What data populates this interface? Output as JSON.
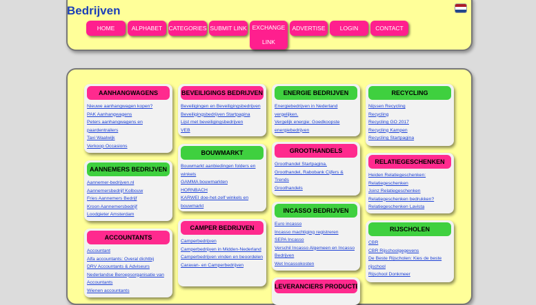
{
  "header": {
    "title": "Bedrijven",
    "flag_colors": [
      "#ae1c28",
      "#ffffff",
      "#21468b"
    ]
  },
  "nav": [
    {
      "label": "HOME"
    },
    {
      "label": "ALPHABET"
    },
    {
      "label": "CATEGORIES"
    },
    {
      "label": "SUBMIT LINK"
    },
    {
      "label_line1": "EXCHANGE",
      "label_line2": "LINK"
    },
    {
      "label": "ADVERTISE"
    },
    {
      "label": "LOGIN"
    },
    {
      "label": "CONTACT"
    }
  ],
  "cards": [
    {
      "title": "AANHANGWAGENS",
      "links": [
        "Nieuwe aanhangwagen kopen?",
        "PAK Aanhangwagens",
        "Peters aanhangwagens en paardentrailers",
        "Taxi Waalwijk",
        "Verkoop Occasions"
      ]
    },
    {
      "title": "AANNEMERS BEDRIJVEN",
      "links": [
        "Aannemer-bedrijven.nl",
        "Aannemersbedrijf Kolbouw",
        "Fries Aannemers Bedrijf",
        "Kroon Aannemersbedrijf",
        "Loodgieter Amsterdam"
      ]
    },
    {
      "title": "ACCOUNTANTS",
      "links": [
        "Accountant",
        "Alfa accountants: Overal dichtbij",
        "DRV Accountants & Adviseurs",
        "Nederlandse Beroepsorganisatie van Accountants",
        "Wienen accountants"
      ]
    },
    {
      "title": "BEVEILIGINGS BEDRIJVEN",
      "links": [
        "Beveiligingen en Beveiligingsbedrijven",
        "Beveiligingsbedrijven Startpagina",
        "Lijst met beveiligingsbedrijven",
        "VEB"
      ]
    },
    {
      "title": "BOUWMARKT",
      "links": [
        "Bouwmarkt aanbiedingen folders en winkels",
        "GAMMA bouwmarkten",
        "HORNBACH",
        "KARWEI doe-het-zelf winkels en bouwmarkt"
      ]
    },
    {
      "title": "CAMPER BEDRIJVEN",
      "links": [
        "Camperbedrijven",
        "Camperbedrijven in Midden-Nederland",
        "Camperbedrijven vinden en beoordelen",
        "Caravan- en Camperbedrijven"
      ]
    },
    {
      "title": "ENERGIE BEDRIJVEN",
      "links": [
        "Energiebedrijven in Nederland vergelijken.",
        "Vergelijk energie: Goedkoopste energiebedrijven"
      ]
    },
    {
      "title": "GROOTHANDELS",
      "links": [
        "Groothandel Startpagina.",
        "Groothandel, Rabobank Cijfers & Trends",
        "Groothandels"
      ]
    },
    {
      "title": "INCASSO BEDRIJVEN",
      "links": [
        "Euro incasso",
        "Incasso machtiging registreren",
        "SEPA Incasso",
        "Verschil Incasso Algemeen en Incasso Bedrijven",
        "Wet Incassokosten"
      ]
    },
    {
      "title": "LEVERANCIERS PRODUCTEN",
      "links": []
    },
    {
      "title": "RECYCLING",
      "links": [
        "Nijssen Recycling",
        "Recycling",
        "Recycling GO 2017",
        "Recycling Kampen",
        "Recycling Startpagina"
      ]
    },
    {
      "title": "RELATIEGESCHENKEN",
      "links": [
        "Heiden Relatiegeschenken: Relatiegeschenken",
        "Joinz Relatiegeschenken",
        "Relatiegeschenken bedrukken?",
        "Relatiegeschenken Lavista"
      ]
    },
    {
      "title": "RIJSCHOLEN",
      "links": [
        "CBR",
        "CBR Rijschoolgegevens",
        "De Beste Rijscholen: Kies de beste rijschool",
        "Rijschool Donkmeer"
      ]
    }
  ]
}
